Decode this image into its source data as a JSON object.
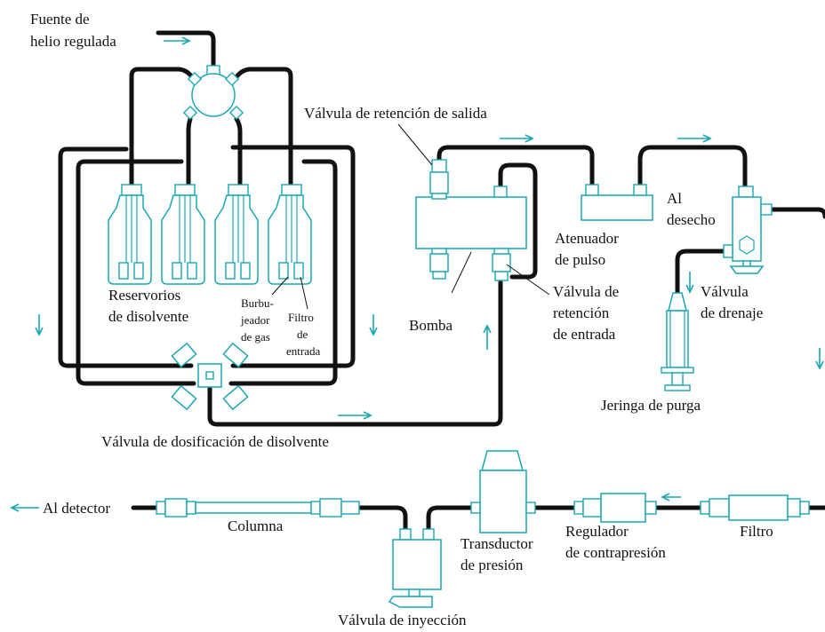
{
  "colors": {
    "tubing": "#111111",
    "component": "#1aa6b4",
    "text": "#111111"
  },
  "labels": {
    "helium_1": "Fuente de",
    "helium_2": "helio regulada",
    "reservoirs_1": "Reservorios",
    "reservoirs_2": "de disolvente",
    "sparger_1": "Burbu-",
    "sparger_2": "jeador",
    "sparger_3": "de gas",
    "inlet_filter_1": "Filtro",
    "inlet_filter_2": "de",
    "inlet_filter_3": "entrada",
    "proportioning_valve": "Válvula de dosificación de disolvente",
    "outlet_check_valve": "Válvula de retención de salida",
    "pump": "Bomba",
    "inlet_check_1": "Válvula de",
    "inlet_check_2": "retención",
    "inlet_check_3": "de entrada",
    "damper_1": "Atenuador",
    "damper_2": "de pulso",
    "waste_1": "Al",
    "waste_2": "desecho",
    "drain_1": "Válvula",
    "drain_2": "de drenaje",
    "syringe": "Jeringa de purga",
    "to_detector": "Al detector",
    "column": "Columna",
    "pressure_1": "Transductor",
    "pressure_2": "de presión",
    "backpressure_1": "Regulador",
    "backpressure_2": "de contrapresión",
    "filter": "Filtro",
    "injection_valve": "Válvula de inyección"
  }
}
